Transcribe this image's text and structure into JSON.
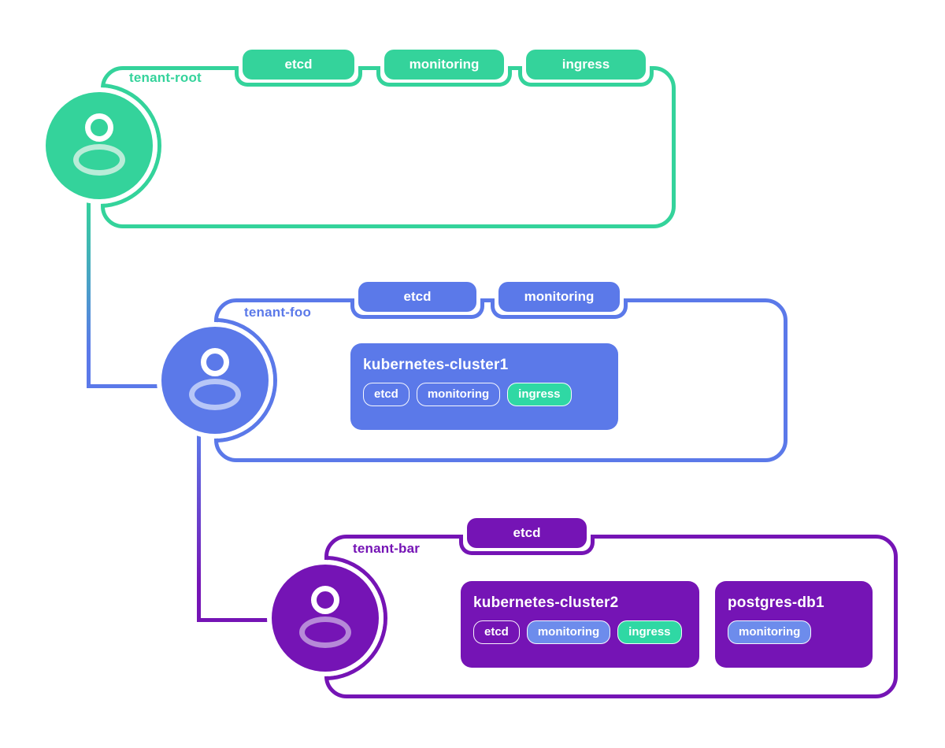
{
  "diagram_title": "tenant-hierarchy",
  "colors": {
    "tenant_root": "#34d39b",
    "tenant_foo": "#5b79e9",
    "tenant_bar": "#7514b5",
    "pill_blue": "#6d8cec",
    "pill_green": "#2fd8a4",
    "avatar_icon": "#ffffff"
  },
  "tenants": [
    {
      "name": "tenant-root",
      "badges": [
        "etcd",
        "monitoring",
        "ingress"
      ],
      "workloads": []
    },
    {
      "name": "tenant-foo",
      "badges": [
        "etcd",
        "monitoring"
      ],
      "workloads": [
        {
          "name": "kubernetes-cluster1",
          "pills": [
            {
              "label": "etcd",
              "variant": "outline"
            },
            {
              "label": "monitoring",
              "variant": "outline"
            },
            {
              "label": "ingress",
              "variant": "green"
            }
          ]
        }
      ]
    },
    {
      "name": "tenant-bar",
      "badges": [
        "etcd"
      ],
      "workloads": [
        {
          "name": "kubernetes-cluster2",
          "pills": [
            {
              "label": "etcd",
              "variant": "outline"
            },
            {
              "label": "monitoring",
              "variant": "blue"
            },
            {
              "label": "ingress",
              "variant": "green"
            }
          ]
        },
        {
          "name": "postgres-db1",
          "pills": [
            {
              "label": "monitoring",
              "variant": "blue"
            }
          ]
        }
      ]
    }
  ]
}
